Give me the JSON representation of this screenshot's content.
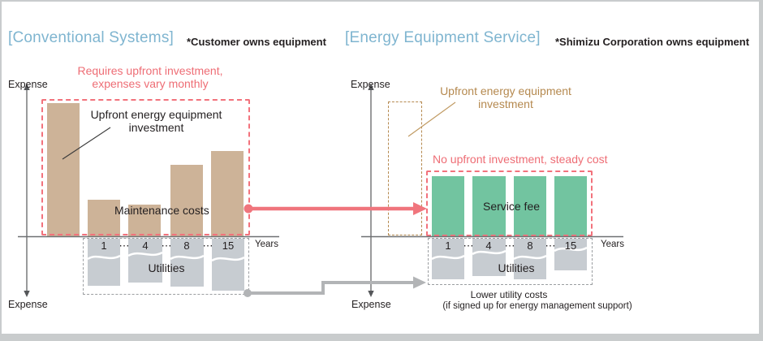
{
  "header": {
    "left_title": "[Conventional Systems]",
    "left_note": "*Customer owns equipment",
    "right_title": "[Energy Equipment Service]",
    "right_note": "*Shimizu Corporation owns equipment"
  },
  "left_panel": {
    "expense_label_top": "Expense",
    "expense_label_bottom": "Expense",
    "years_label": "Years",
    "callout_red_line1": "Requires upfront investment,",
    "callout_red_line2": "expenses vary monthly",
    "upfront_annotation_line1": "Upfront energy equipment",
    "upfront_annotation_line2": "investment",
    "maintenance_label": "Maintenance costs",
    "utilities_label": "Utilities",
    "ticks": [
      "1",
      "⋯",
      "4",
      "⋯",
      "8",
      "⋯",
      "15"
    ]
  },
  "right_panel": {
    "expense_label_top": "Expense",
    "expense_label_bottom": "Expense",
    "years_label": "Years",
    "ghost_annotation_line1": "Upfront energy equipment",
    "ghost_annotation_line2": "investment",
    "callout_red": "No upfront investment, steady cost",
    "service_fee_label": "Service fee",
    "utilities_label": "Utilities",
    "ticks": [
      "1",
      "⋯",
      "4",
      "⋯",
      "8",
      "⋯",
      "15"
    ],
    "lower_costs_line1": "Lower utility costs",
    "lower_costs_line2": "(if signed up for energy management support)"
  },
  "colors": {
    "accent_blue": "#7fb5d0",
    "bar_tan": "#cdb398",
    "bar_green": "#72c4a0",
    "bar_gray": "#c7ccd1",
    "callout_red": "#ee6d75",
    "dashed_red": "#f2727c",
    "brown": "#b5894f",
    "connector_gray": "#b2b4b6",
    "axis_gray": "#6e7072"
  },
  "chart_data": [
    {
      "type": "bar",
      "title": "[Conventional Systems]",
      "xlabel": "Years",
      "ylabel": "Expense",
      "x": [
        "0 (upfront)",
        "1",
        "4",
        "8",
        "15"
      ],
      "units": "relative (conceptual diagram, no numeric axis)",
      "series": [
        {
          "name": "Upfront investment / Maintenance costs (above axis)",
          "values": [
            100,
            27,
            24,
            54,
            64
          ]
        },
        {
          "name": "Utilities (below axis)",
          "values": [
            0,
            -35,
            -33,
            -36,
            -39
          ]
        }
      ],
      "annotations": [
        "Requires upfront investment, expenses vary monthly",
        "Upfront energy equipment investment",
        "Maintenance costs",
        "Utilities"
      ]
    },
    {
      "type": "bar",
      "title": "[Energy Equipment Service]",
      "xlabel": "Years",
      "ylabel": "Expense",
      "x": [
        "1",
        "4",
        "8",
        "15"
      ],
      "units": "relative (conceptual diagram, no numeric axis)",
      "series": [
        {
          "name": "Service fee (above axis, steady)",
          "values": [
            45,
            45,
            45,
            45
          ]
        },
        {
          "name": "Utilities (below axis, lower)",
          "values": [
            -30,
            -28,
            -30,
            -24
          ]
        }
      ],
      "annotations": [
        "Upfront energy equipment investment (not needed, ghost outline)",
        "No upfront investment, steady cost",
        "Service fee",
        "Utilities",
        "Lower utility costs (if signed up for energy management support)"
      ]
    }
  ]
}
